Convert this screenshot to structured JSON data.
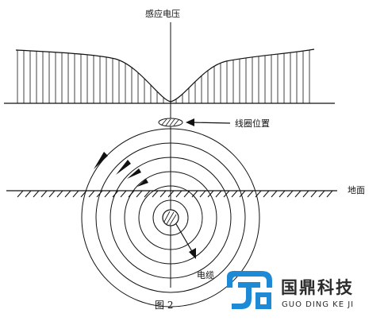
{
  "labels": {
    "y_axis": "感应电压",
    "coil_position": "线圈位置",
    "ground": "地面",
    "cable": "电缆",
    "figure": "图 2"
  },
  "brand": {
    "name_cn": "国鼎科技",
    "name_en": "GUO DING KE JI",
    "color": "#1e8ad6"
  },
  "colors": {
    "ink": "#111111",
    "background": "#ffffff"
  }
}
